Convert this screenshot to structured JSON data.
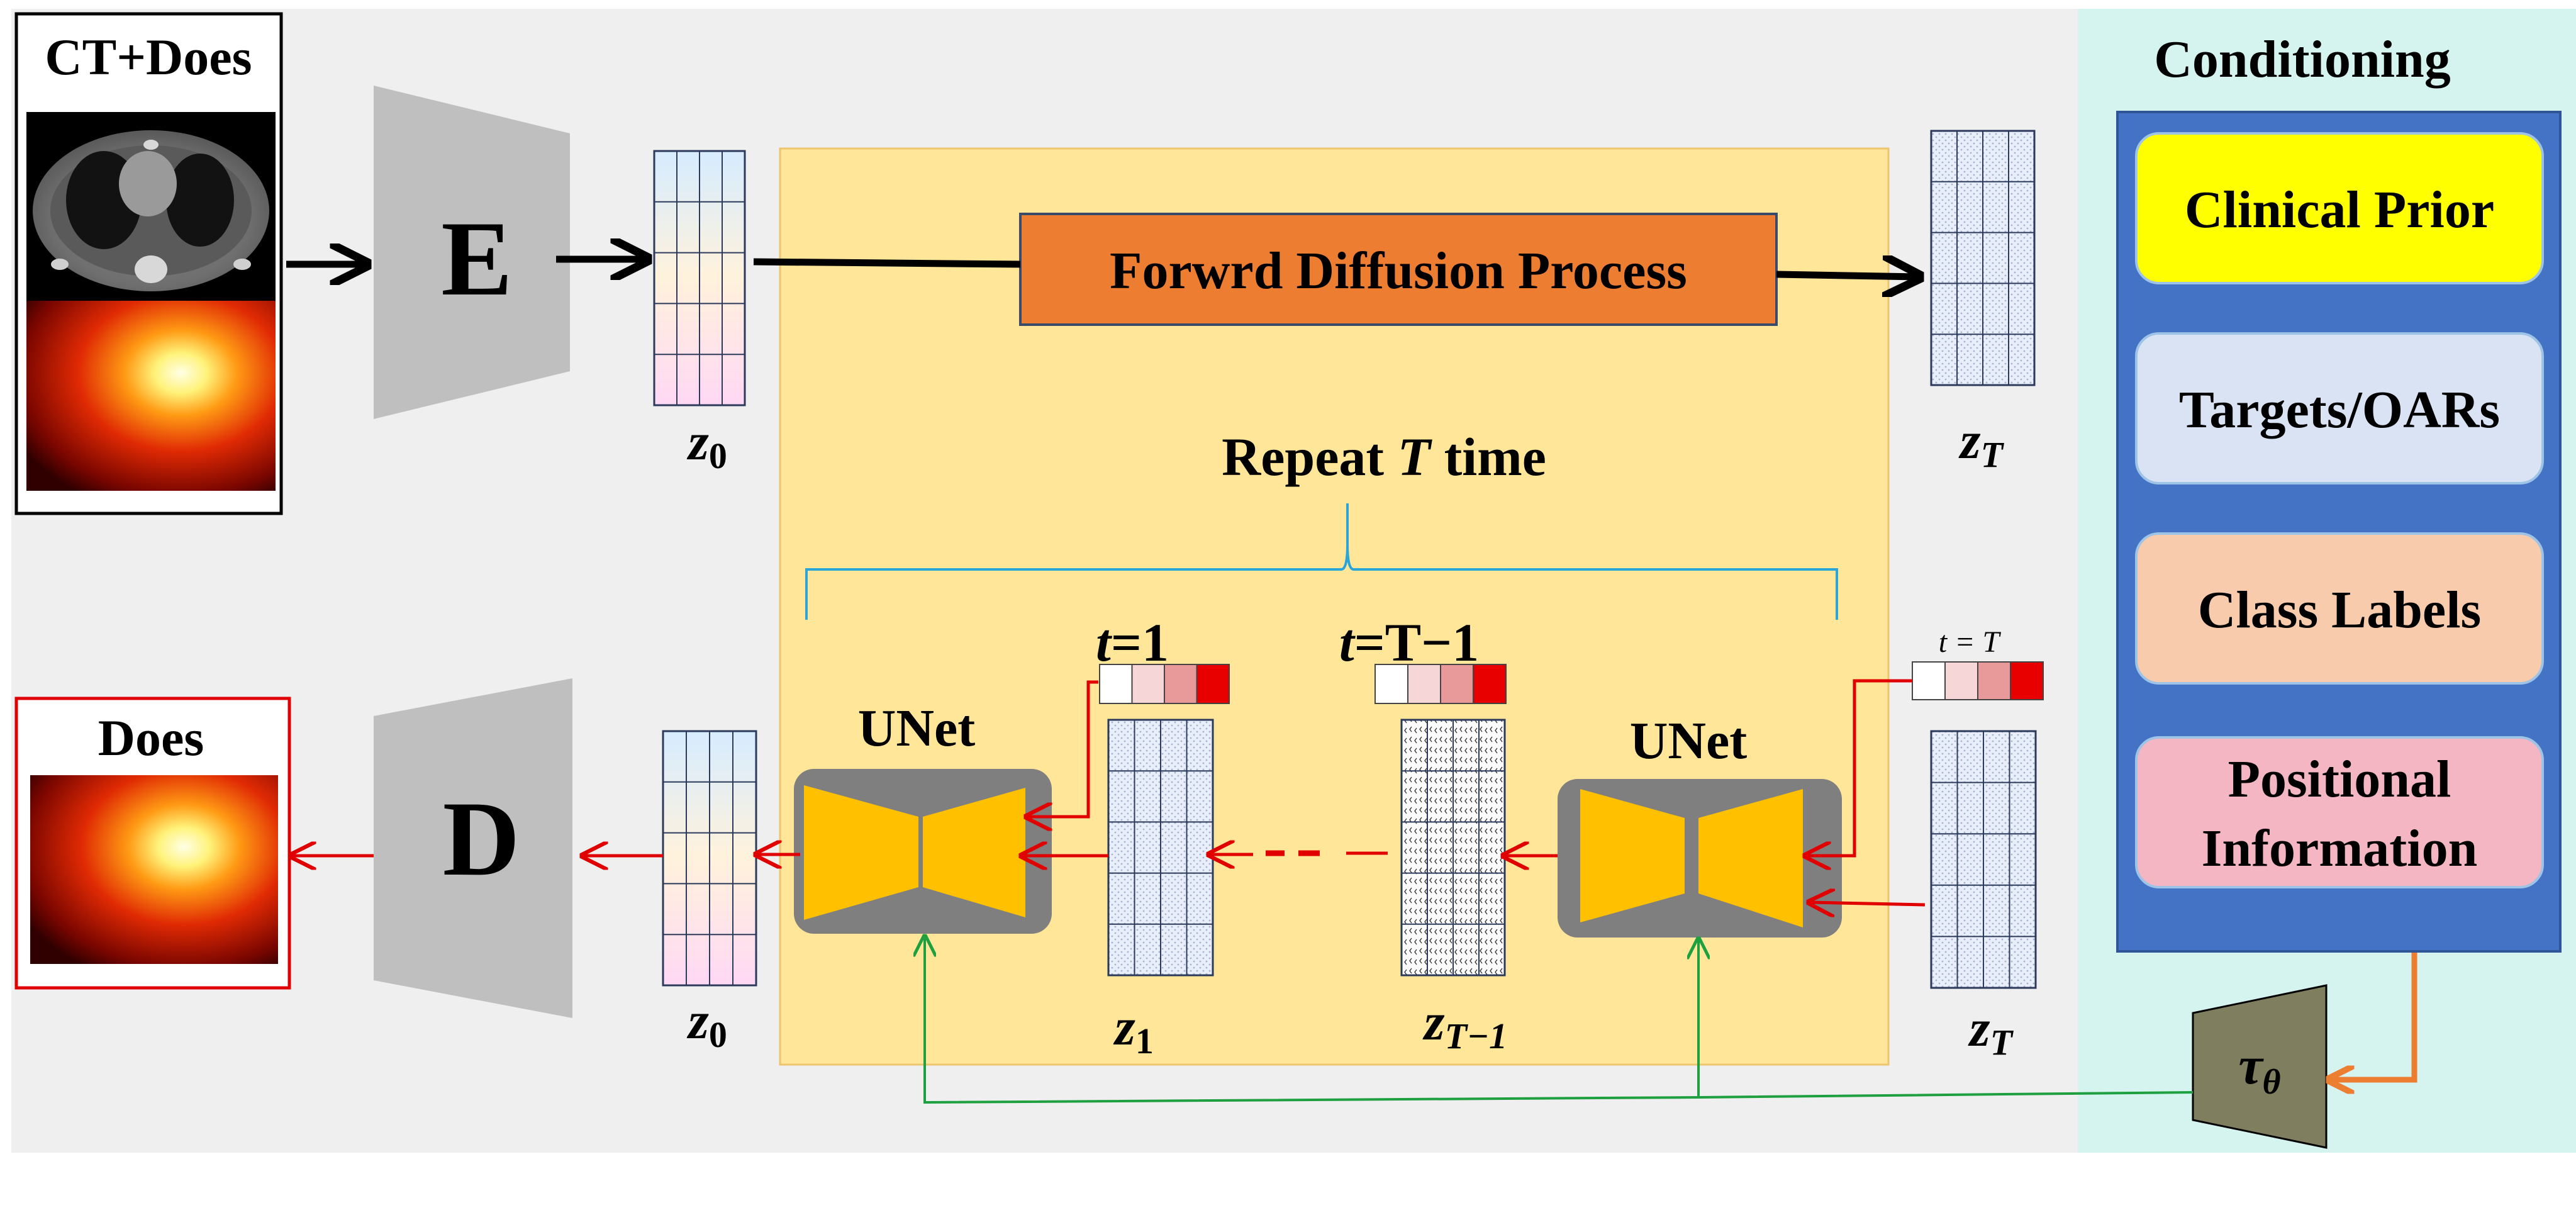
{
  "input_panel": {
    "title": "CT+Does"
  },
  "output_panel": {
    "title": "Does"
  },
  "encoder": {
    "label": "E"
  },
  "decoder": {
    "label": "D"
  },
  "forward_process": {
    "label": "Forwrd Diffusion Process"
  },
  "repeat": {
    "prefix": "Repeat ",
    "var": "T",
    "suffix": " time"
  },
  "latents": {
    "z0_sym": "z",
    "z0_sub": "0",
    "zT_sym": "z",
    "zT_sub": "T",
    "z1_sym": "z",
    "z1_sub": "1",
    "zTm1_sym": "z",
    "zTm1_sub": "T−1"
  },
  "unet": {
    "left_label": "UNet",
    "right_label": "UNet"
  },
  "timesteps": {
    "t1_var": "t",
    "t1_rest": "=1",
    "tTm1_var": "t",
    "tTm1_rest": "=T−1",
    "tT_text": "t = T"
  },
  "conditioning": {
    "title": "Conditioning",
    "items": [
      {
        "lines": [
          "Clinical Prior"
        ],
        "fill": "#FFFF00"
      },
      {
        "lines": [
          "Targets/OARs"
        ],
        "fill": "#DAE3F3"
      },
      {
        "lines": [
          "Class Labels"
        ],
        "fill": "#F8CBAD"
      },
      {
        "lines": [
          "Positional",
          "Information"
        ],
        "fill": "#F4B6C2"
      }
    ]
  },
  "tau": {
    "sym": "τ",
    "sub": "θ"
  },
  "colors": {
    "background": "#EFEFEF",
    "latent_box": "#FFE699",
    "cond_panel": "#D5F3EF",
    "cond_inner": "#4472C4",
    "forward_box": "#ED7D31",
    "unet_body": "#7F7F7F",
    "unet_wing": "#FFC000",
    "coder": "#BFBFBF",
    "tau_fill": "#7F7F5F",
    "brace": "#2AA5D8",
    "red_arrow": "#E00000",
    "green_arrow": "#1FA040",
    "orange_arrow": "#ED7D31"
  }
}
